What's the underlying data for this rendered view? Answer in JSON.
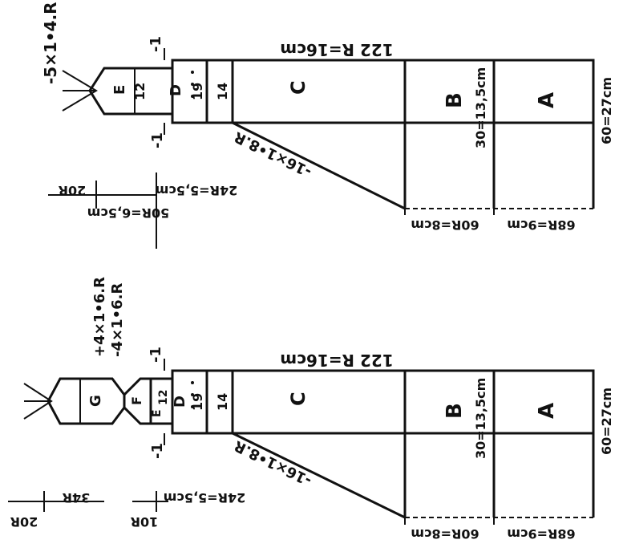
{
  "upper": {
    "top_label": "122 R=16cm",
    "minus_one_top": "-1",
    "minus_one_bottom": "-1",
    "cap_label": "-5×1•4.R",
    "E": "E",
    "E_num": "12",
    "D": "D",
    "D_num": "19",
    "C_num": "14",
    "C": "C",
    "diag_label": "-16×1•8.R",
    "B": "B",
    "B_dim": "30=13,5cm",
    "A": "A",
    "A_dim": "60=27cm",
    "bottom_1": "60R=8cm",
    "bottom_2": "68R=9cm",
    "left_20": "20R",
    "left_24": "24R=5,5cm",
    "left_50": "50R=6,5cm"
  },
  "lower": {
    "top_label": "122 R=16cm",
    "minus_one_top": "-1",
    "minus_one_bottom": "-1",
    "cap_label_1": "+4×1•6.R",
    "cap_label_2": "-4×1•6.R",
    "G": "G",
    "F": "F",
    "E": "E",
    "E_num": "12",
    "D": "D",
    "D_num": "19",
    "C_num": "14",
    "C": "C",
    "diag_label": "-16×1•8.R",
    "B": "B",
    "B_dim": "30=13,5cm",
    "A": "A",
    "A_dim": "60=27cm",
    "bottom_1": "60R=8cm",
    "bottom_2": "68R=9cm",
    "left_20": "20R",
    "left_34": "34R",
    "left_10": "10R",
    "left_24": "24R=5,5cm"
  }
}
